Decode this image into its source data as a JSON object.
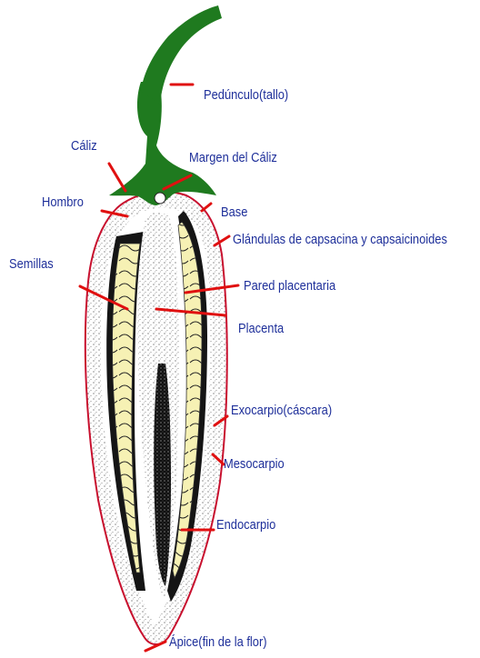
{
  "diagram": {
    "labels": {
      "peduncle": "Pedúnculo(tallo)",
      "calyx": "Cáliz",
      "calyx_margin": "Margen del Cáliz",
      "shoulder": "Hombro",
      "base": "Base",
      "glands": "Glándulas de capsacina y capsaicinoides",
      "seeds": "Semillas",
      "placental_wall": "Pared placentaria",
      "placenta": "Placenta",
      "exocarp": "Exocarpio(cáscara)",
      "mesocarp": "Mesocarpio",
      "endocarp": "Endocarpio",
      "apex": "Ápice(fin de la flor)"
    },
    "colors": {
      "label_text": "#1e2f9a",
      "leader_lines": "#e01010",
      "pepper_outline": "#c8102e",
      "stem": "#1f7a1f",
      "seeds": "#f6f1b4",
      "endocarp_dark": "#1a1a1a"
    }
  }
}
